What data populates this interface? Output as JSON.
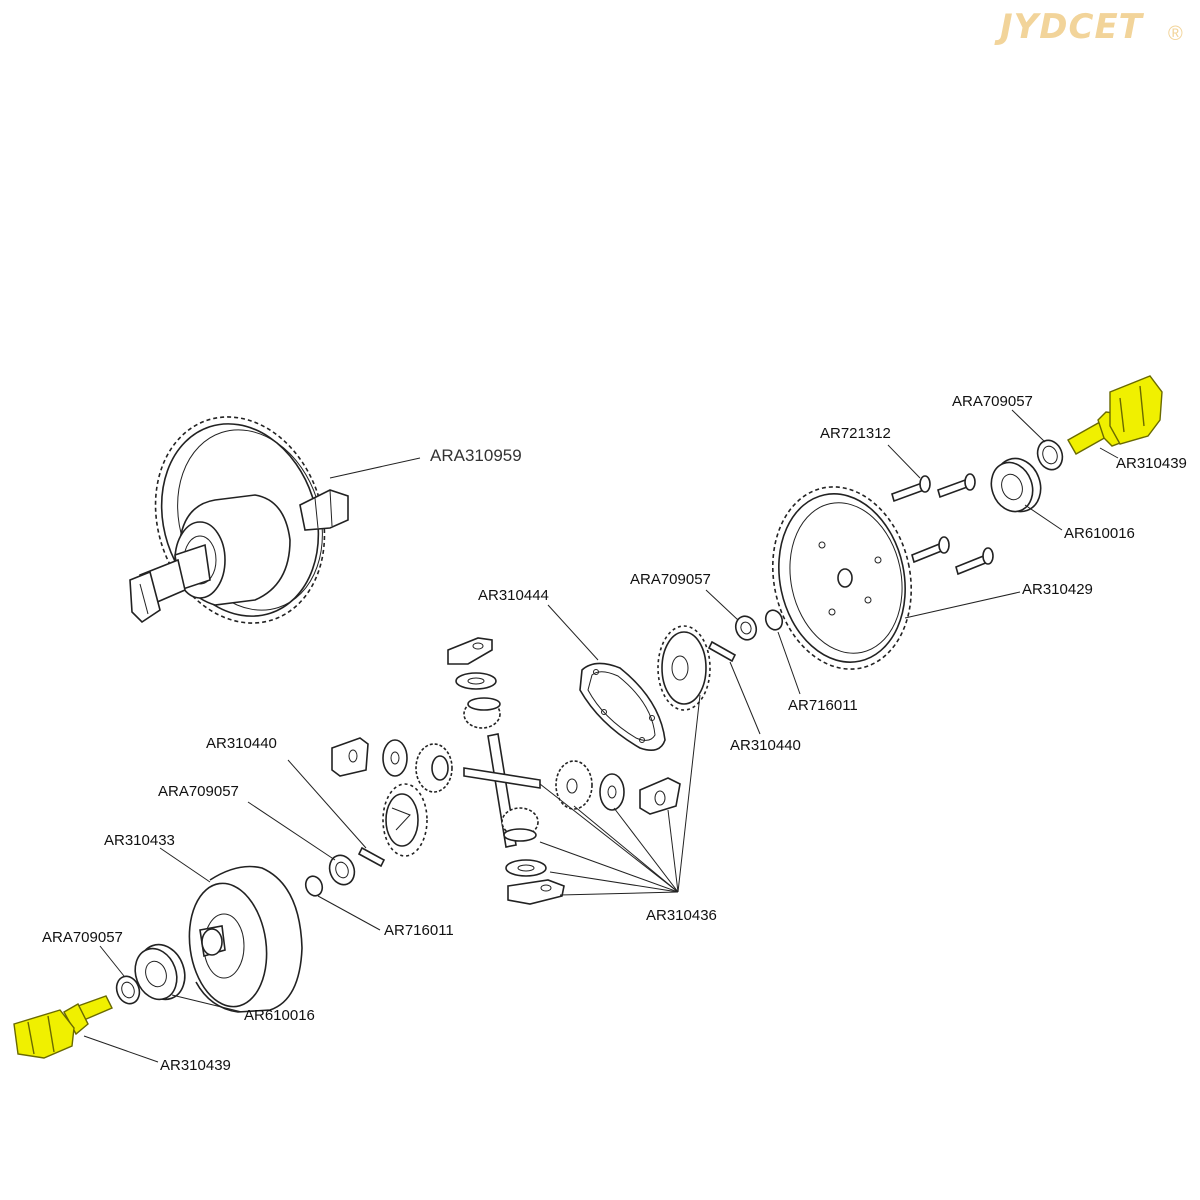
{
  "watermark": {
    "text": "JYDCET",
    "mark": "®",
    "color": "#f2d49a"
  },
  "highlight_color": "#f0f000",
  "labels": {
    "assembly": "ARA310959",
    "tr_screw": "AR721312",
    "tr_washer": "ARA709057",
    "tr_outdrive": "AR310439",
    "tr_bearing": "AR610016",
    "spur_gear": "AR310429",
    "mid_washer": "ARA709057",
    "gasket": "AR310444",
    "mid_shim": "AR716011",
    "mid_pin": "AR310440",
    "left_pin": "AR310440",
    "left_washer": "ARA709057",
    "case": "AR310433",
    "left_shim": "AR716011",
    "gear_set": "AR310436",
    "bl_washer": "ARA709057",
    "bl_bearing": "AR610016",
    "bl_outdrive": "AR310439"
  }
}
